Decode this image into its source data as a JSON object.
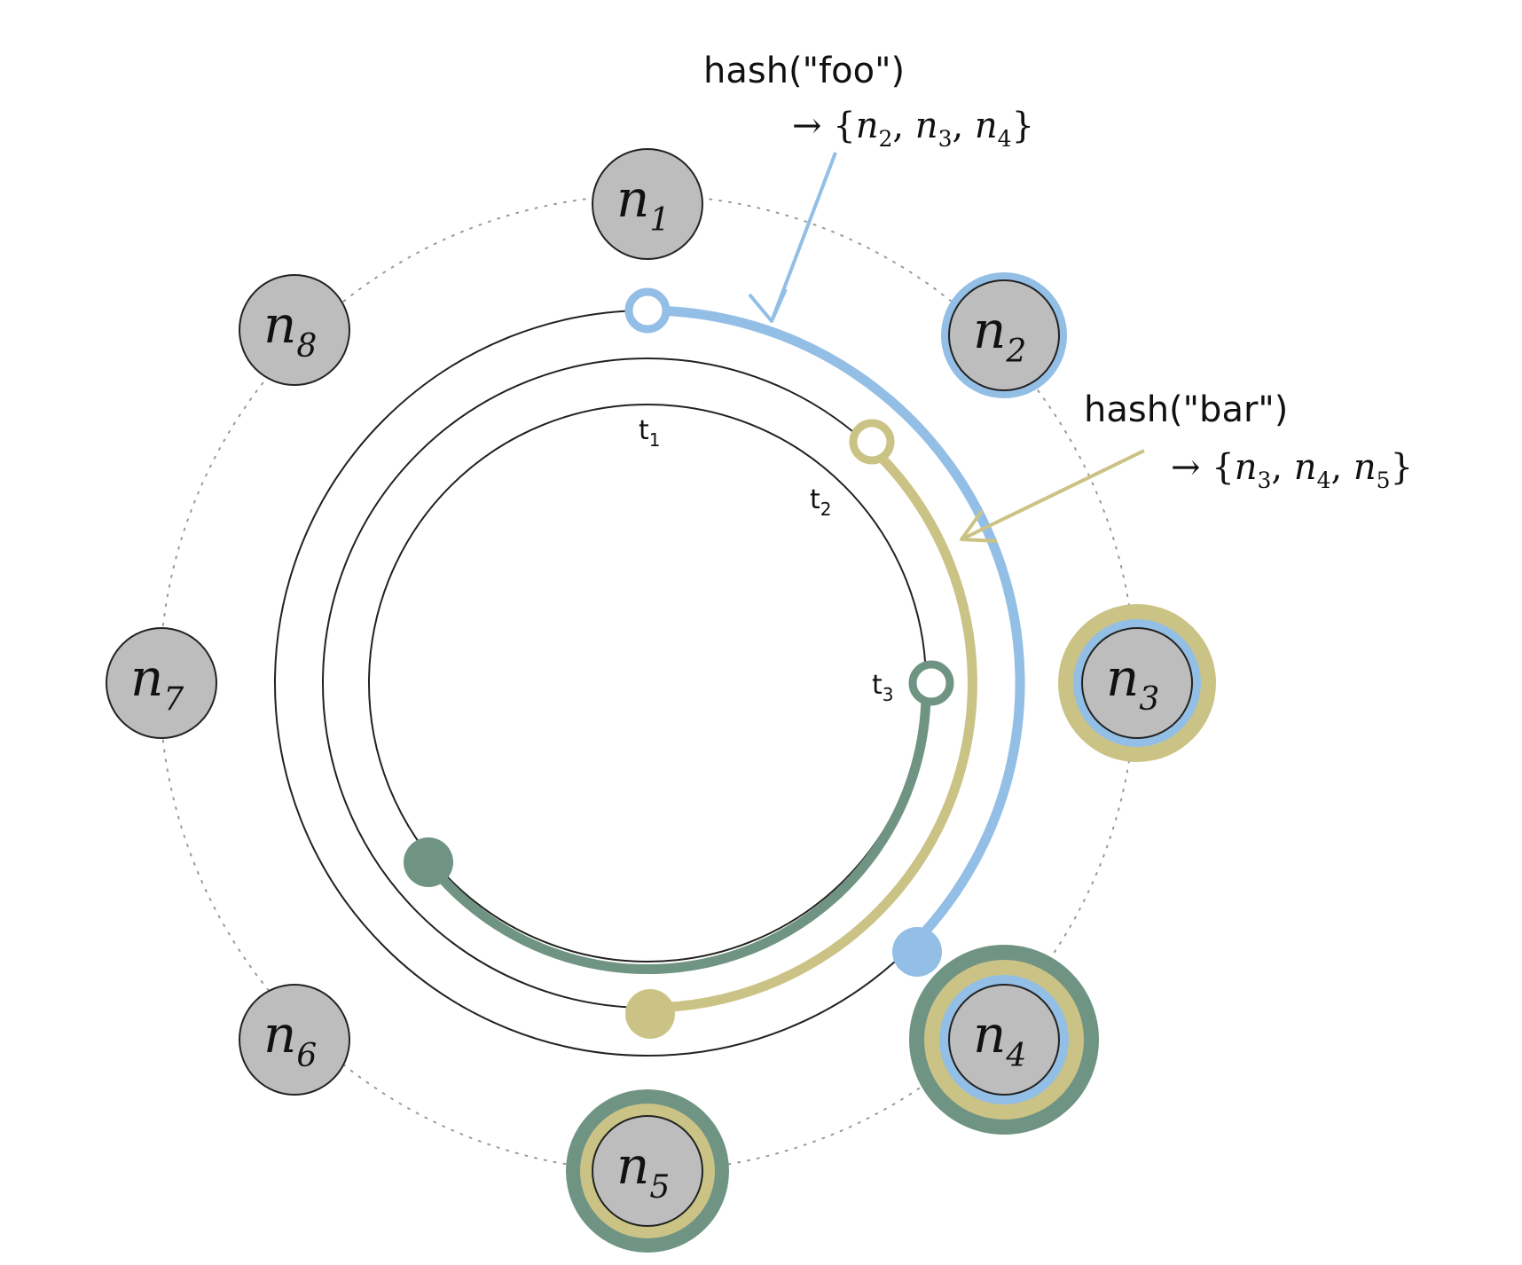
{
  "colors": {
    "foo": "#93bfe6",
    "bar": "#cbc385",
    "t3": "#6f9484",
    "node_fill": "#bdbdbd"
  },
  "nodes": [
    {
      "label": "n",
      "sub": "1"
    },
    {
      "label": "n",
      "sub": "2"
    },
    {
      "label": "n",
      "sub": "3"
    },
    {
      "label": "n",
      "sub": "4"
    },
    {
      "label": "n",
      "sub": "5"
    },
    {
      "label": "n",
      "sub": "6"
    },
    {
      "label": "n",
      "sub": "7"
    },
    {
      "label": "n",
      "sub": "8"
    }
  ],
  "rings": [
    {
      "label": "t",
      "sub": "1"
    },
    {
      "label": "t",
      "sub": "2"
    },
    {
      "label": "t",
      "sub": "3"
    }
  ],
  "annotations": {
    "foo": {
      "text": "hash(\"foo\")",
      "arrow": "→",
      "open": "{",
      "close": "}",
      "sep": ",",
      "members": [
        {
          "label": "n",
          "sub": "2"
        },
        {
          "label": "n",
          "sub": "3"
        },
        {
          "label": "n",
          "sub": "4"
        }
      ]
    },
    "bar": {
      "text": "hash(\"bar\")",
      "arrow": "→",
      "open": "{",
      "close": "}",
      "sep": ",",
      "members": [
        {
          "label": "n",
          "sub": "3"
        },
        {
          "label": "n",
          "sub": "4"
        },
        {
          "label": "n",
          "sub": "5"
        }
      ]
    }
  }
}
